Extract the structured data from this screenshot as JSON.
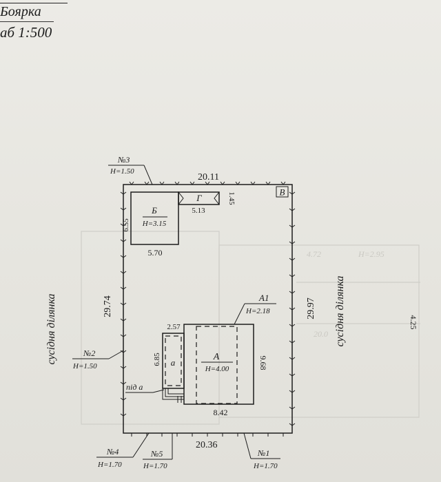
{
  "header": {
    "title": "Боярка",
    "scale": "аб 1:500"
  },
  "side_labels": {
    "left": "сусідня ділянка",
    "right": "сусідня ділянка"
  },
  "plot": {
    "letter": "В",
    "dims": {
      "top": "20.11",
      "bottom": "20.36",
      "left": "29.74",
      "right": "29.97"
    }
  },
  "buildings": {
    "b": {
      "label": "Б",
      "height": "Н=3.15",
      "width": "5.70",
      "side": "6.55"
    },
    "g": {
      "label": "Г",
      "width": "5.13",
      "side": "1.45"
    },
    "a_lower": {
      "label": "а",
      "width": "2.57",
      "side": "6.85",
      "porch": "під а"
    },
    "a_main": {
      "label": "А",
      "height": "Н=4.00",
      "width": "8.42",
      "side": "9.68"
    },
    "a1": {
      "label": "А1",
      "height": "Н=2.18"
    }
  },
  "markers": {
    "n1": {
      "label": "№1",
      "height": "Н=1.70"
    },
    "n2": {
      "label": "№2",
      "height": "Н=1.50"
    },
    "n3": {
      "label": "№3",
      "height": "Н=1.50"
    },
    "n4": {
      "label": "№4",
      "height": "Н=1.70"
    },
    "n5": {
      "label": "№5",
      "height": "Н=1.70"
    }
  },
  "ghost_text": {
    "g1": "4.72",
    "g2": "Н=2.95",
    "g3": "20.0",
    "g4": "4.25"
  }
}
